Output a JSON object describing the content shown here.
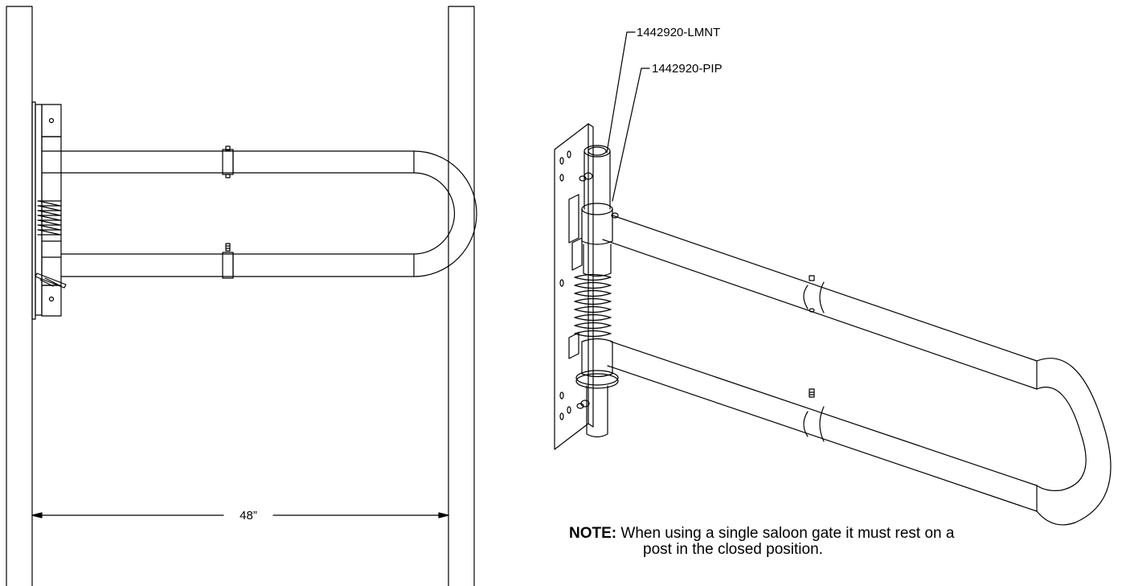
{
  "callouts": {
    "lmnt": "1442920-LMNT",
    "pip": "1442920-PIP"
  },
  "dimension": "48”",
  "note": {
    "prefix": "NOTE:",
    "line1": " When using a single saloon gate it must rest on a",
    "line2": "post in the closed position."
  }
}
